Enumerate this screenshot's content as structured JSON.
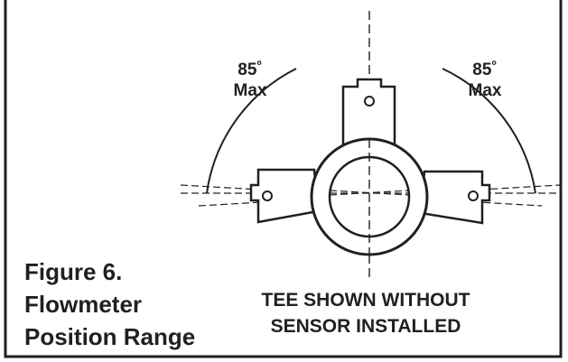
{
  "left_angle": {
    "value": "85˚",
    "label": "Max"
  },
  "right_angle": {
    "value": "85˚",
    "label": "Max"
  },
  "caption": [
    "Figure 6.",
    "Flowmeter",
    "Position Range"
  ],
  "note": [
    "TEE SHOWN WITHOUT",
    "SENSOR INSTALLED"
  ],
  "colors": {
    "ink": "#231f20",
    "background": "#ffffff"
  },
  "chart_data": {
    "type": "diagram",
    "angle_limit_degrees": 85,
    "arc_radius_px_note": "symbolic"
  }
}
